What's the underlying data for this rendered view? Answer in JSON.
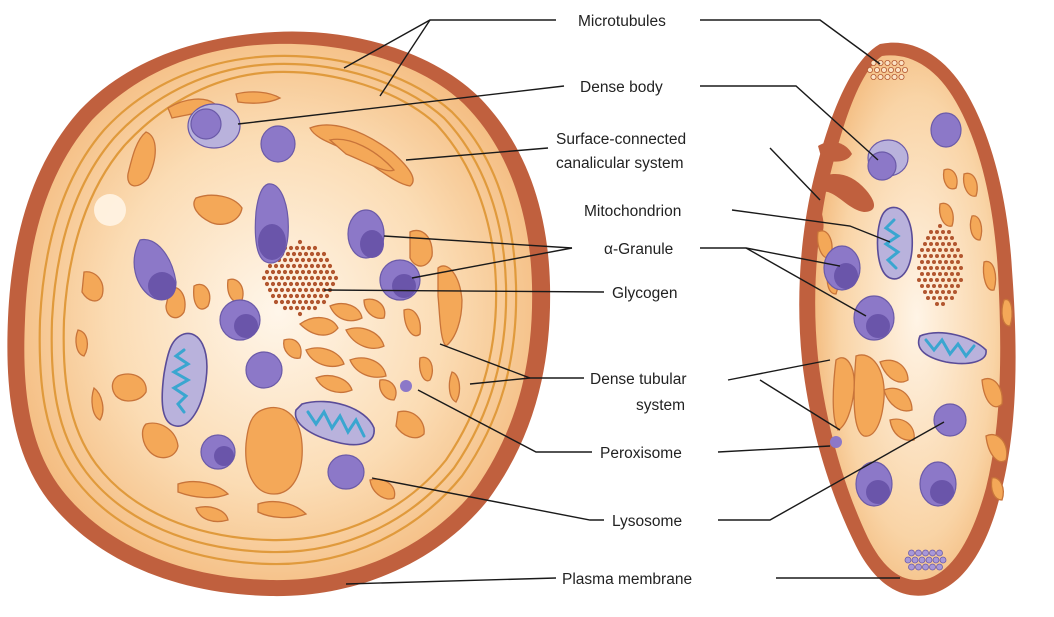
{
  "labels": {
    "microtubules": "Microtubules",
    "dense_body": "Dense body",
    "surface_connected_line1": "Surface-connected",
    "surface_connected_line2": "canalicular system",
    "mitochondrion": "Mitochondrion",
    "alpha_granule": "α-Granule",
    "glycogen": "Glycogen",
    "dense_tubular_line1": "Dense tubular",
    "dense_tubular_line2": "system",
    "peroxisome": "Peroxisome",
    "lysosome": "Lysosome",
    "plasma_membrane": "Plasma membrane"
  },
  "colors": {
    "membrane": "#c0603e",
    "cytoplasm_light": "#fde8d0",
    "cytoplasm_dark": "#f6c690",
    "tubular": "#f4a858",
    "granule": "#8c78c8",
    "mito_cristae": "#3aa6d0",
    "glycogen": "#b2562f"
  }
}
